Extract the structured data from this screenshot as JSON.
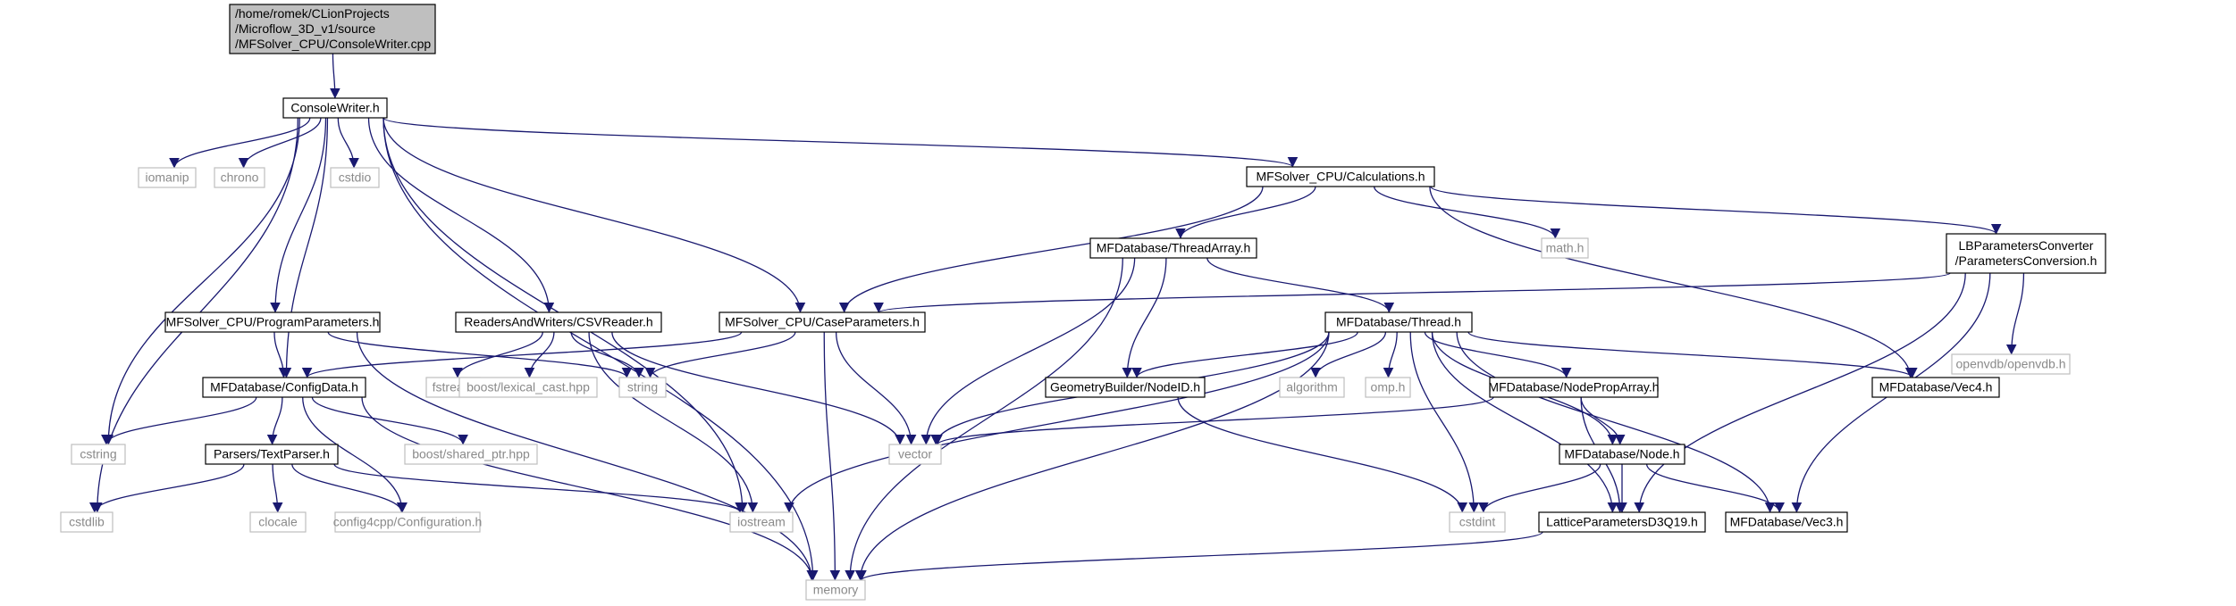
{
  "diagram": {
    "nodes": [
      {
        "id": "root",
        "kind": "root",
        "lines": [
          "/home/romek/CLionProjects",
          "/Microflow_3D_v1/source",
          "/MFSolver_CPU/ConsoleWriter.cpp"
        ]
      },
      {
        "id": "consolewriter",
        "kind": "std",
        "lines": [
          "ConsoleWriter.h"
        ]
      },
      {
        "id": "iomanip",
        "kind": "ext",
        "lines": [
          "iomanip"
        ]
      },
      {
        "id": "chrono",
        "kind": "ext",
        "lines": [
          "chrono"
        ]
      },
      {
        "id": "cstdio",
        "kind": "ext",
        "lines": [
          "cstdio"
        ]
      },
      {
        "id": "calculations",
        "kind": "std",
        "lines": [
          "MFSolver_CPU/Calculations.h"
        ]
      },
      {
        "id": "lbparams",
        "kind": "std",
        "lines": [
          "LBParametersConverter",
          "/ParametersConversion.h"
        ]
      },
      {
        "id": "math",
        "kind": "ext",
        "lines": [
          "math.h"
        ]
      },
      {
        "id": "openvdb",
        "kind": "ext",
        "lines": [
          "openvdb/openvdb.h"
        ]
      },
      {
        "id": "threadarray",
        "kind": "std",
        "lines": [
          "MFDatabase/ThreadArray.h"
        ]
      },
      {
        "id": "programparams",
        "kind": "std",
        "lines": [
          "MFSolver_CPU/ProgramParameters.h"
        ]
      },
      {
        "id": "csvreader",
        "kind": "std",
        "lines": [
          "ReadersAndWriters/CSVReader.h"
        ]
      },
      {
        "id": "caseparams",
        "kind": "std",
        "lines": [
          "MFSolver_CPU/CaseParameters.h"
        ]
      },
      {
        "id": "thread",
        "kind": "std",
        "lines": [
          "MFDatabase/Thread.h"
        ]
      },
      {
        "id": "configdata",
        "kind": "std",
        "lines": [
          "MFDatabase/ConfigData.h"
        ]
      },
      {
        "id": "fstream",
        "kind": "ext",
        "lines": [
          "fstream"
        ]
      },
      {
        "id": "lexicalcast",
        "kind": "ext",
        "lines": [
          "boost/lexical_cast.hpp"
        ]
      },
      {
        "id": "string",
        "kind": "ext",
        "lines": [
          "string"
        ]
      },
      {
        "id": "geometrynodeid",
        "kind": "std",
        "lines": [
          "GeometryBuilder/NodeID.h"
        ]
      },
      {
        "id": "algorithm",
        "kind": "ext",
        "lines": [
          "algorithm"
        ]
      },
      {
        "id": "omp",
        "kind": "ext",
        "lines": [
          "omp.h"
        ]
      },
      {
        "id": "nodeproparray",
        "kind": "std",
        "lines": [
          "MFDatabase/NodePropArray.h"
        ]
      },
      {
        "id": "vec4",
        "kind": "std",
        "lines": [
          "MFDatabase/Vec4.h"
        ]
      },
      {
        "id": "cstring",
        "kind": "ext",
        "lines": [
          "cstring"
        ]
      },
      {
        "id": "textparser",
        "kind": "std",
        "lines": [
          "Parsers/TextParser.h"
        ]
      },
      {
        "id": "sharedptr",
        "kind": "ext",
        "lines": [
          "boost/shared_ptr.hpp"
        ]
      },
      {
        "id": "vector",
        "kind": "ext",
        "lines": [
          "vector"
        ]
      },
      {
        "id": "node",
        "kind": "std",
        "lines": [
          "MFDatabase/Node.h"
        ]
      },
      {
        "id": "cstdlib",
        "kind": "ext",
        "lines": [
          "cstdlib"
        ]
      },
      {
        "id": "clocale",
        "kind": "ext",
        "lines": [
          "clocale"
        ]
      },
      {
        "id": "config4cpp",
        "kind": "ext",
        "lines": [
          "config4cpp/Configuration.h"
        ]
      },
      {
        "id": "iostream",
        "kind": "ext",
        "lines": [
          "iostream"
        ]
      },
      {
        "id": "cstdint",
        "kind": "ext",
        "lines": [
          "cstdint"
        ]
      },
      {
        "id": "lattice",
        "kind": "std",
        "lines": [
          "LatticeParametersD3Q19.h"
        ]
      },
      {
        "id": "vec3",
        "kind": "std",
        "lines": [
          "MFDatabase/Vec3.h"
        ]
      },
      {
        "id": "memory",
        "kind": "ext",
        "lines": [
          "memory"
        ]
      }
    ],
    "edges": [
      [
        "root",
        "consolewriter"
      ],
      [
        "consolewriter",
        "iomanip"
      ],
      [
        "consolewriter",
        "chrono"
      ],
      [
        "consolewriter",
        "cstdio"
      ],
      [
        "consolewriter",
        "calculations"
      ],
      [
        "consolewriter",
        "programparams"
      ],
      [
        "consolewriter",
        "csvreader"
      ],
      [
        "consolewriter",
        "caseparams"
      ],
      [
        "consolewriter",
        "configdata"
      ],
      [
        "consolewriter",
        "cstring"
      ],
      [
        "consolewriter",
        "cstdlib"
      ],
      [
        "consolewriter",
        "memory"
      ],
      [
        "consolewriter",
        "iostream"
      ],
      [
        "calculations",
        "threadarray"
      ],
      [
        "calculations",
        "caseparams"
      ],
      [
        "calculations",
        "math"
      ],
      [
        "calculations",
        "lbparams"
      ],
      [
        "calculations",
        "vec4"
      ],
      [
        "lbparams",
        "caseparams"
      ],
      [
        "lbparams",
        "openvdb"
      ],
      [
        "lbparams",
        "lattice"
      ],
      [
        "lbparams",
        "vec3"
      ],
      [
        "threadarray",
        "thread"
      ],
      [
        "threadarray",
        "geometrynodeid"
      ],
      [
        "threadarray",
        "vector"
      ],
      [
        "threadarray",
        "memory"
      ],
      [
        "programparams",
        "configdata"
      ],
      [
        "programparams",
        "string"
      ],
      [
        "programparams",
        "memory"
      ],
      [
        "csvreader",
        "fstream"
      ],
      [
        "csvreader",
        "lexicalcast"
      ],
      [
        "csvreader",
        "string"
      ],
      [
        "csvreader",
        "vector"
      ],
      [
        "csvreader",
        "iostream"
      ],
      [
        "caseparams",
        "configdata"
      ],
      [
        "caseparams",
        "string"
      ],
      [
        "caseparams",
        "vector"
      ],
      [
        "caseparams",
        "memory"
      ],
      [
        "thread",
        "geometrynodeid"
      ],
      [
        "thread",
        "algorithm"
      ],
      [
        "thread",
        "omp"
      ],
      [
        "thread",
        "nodeproparray"
      ],
      [
        "thread",
        "vec4"
      ],
      [
        "thread",
        "vector"
      ],
      [
        "thread",
        "iostream"
      ],
      [
        "thread",
        "cstdint"
      ],
      [
        "thread",
        "node"
      ],
      [
        "thread",
        "lattice"
      ],
      [
        "thread",
        "vec3"
      ],
      [
        "thread",
        "memory"
      ],
      [
        "configdata",
        "cstring"
      ],
      [
        "configdata",
        "textparser"
      ],
      [
        "configdata",
        "sharedptr"
      ],
      [
        "configdata",
        "config4cpp"
      ],
      [
        "configdata",
        "memory"
      ],
      [
        "textparser",
        "cstdlib"
      ],
      [
        "textparser",
        "clocale"
      ],
      [
        "textparser",
        "config4cpp"
      ],
      [
        "textparser",
        "iostream"
      ],
      [
        "geometrynodeid",
        "cstdint"
      ],
      [
        "nodeproparray",
        "vector"
      ],
      [
        "nodeproparray",
        "node"
      ],
      [
        "nodeproparray",
        "lattice"
      ],
      [
        "node",
        "cstdint"
      ],
      [
        "node",
        "lattice"
      ],
      [
        "node",
        "vec3"
      ],
      [
        "lattice",
        "memory"
      ]
    ]
  }
}
